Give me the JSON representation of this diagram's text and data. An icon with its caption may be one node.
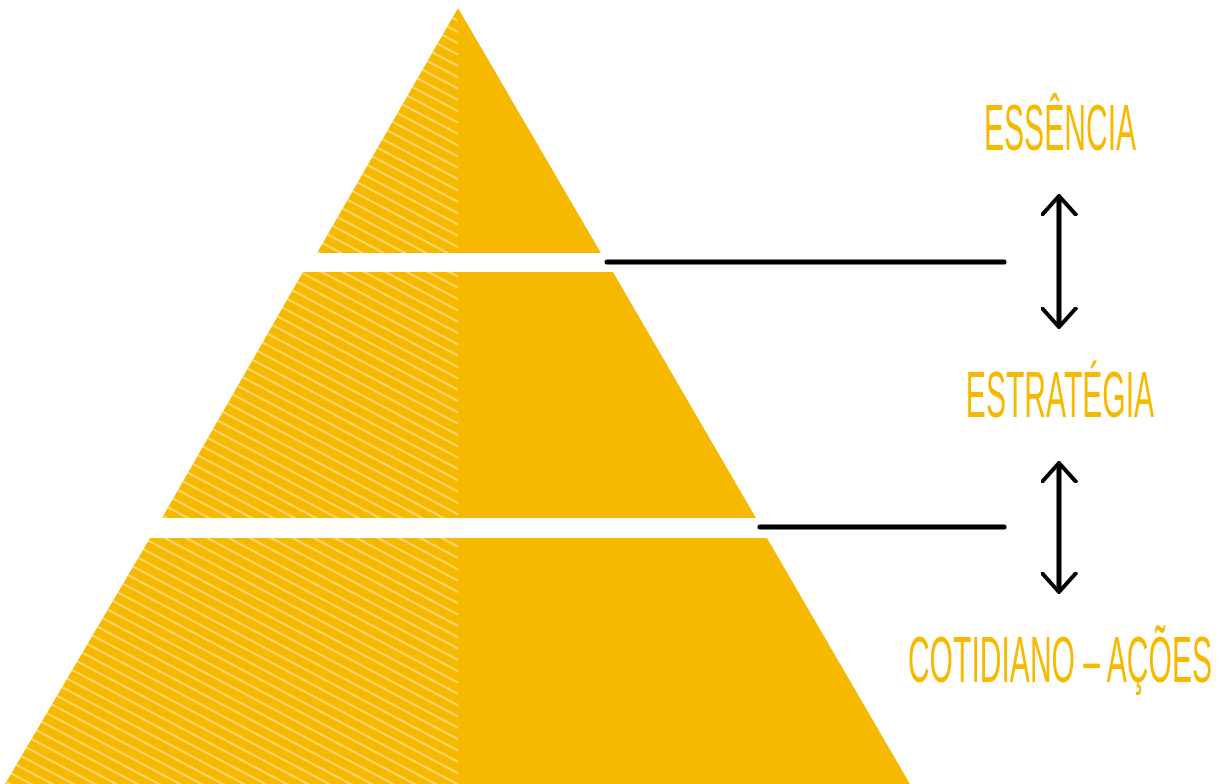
{
  "diagram": {
    "nodes": [
      {
        "text": [],
        "shape": "triangle"
      },
      {
        "text": [],
        "shape": "trapezoid"
      },
      {
        "text": [],
        "shape": "trapezoid"
      },
      {
        "text": [
          "ESSÊNCIA"
        ]
      },
      {
        "text": [
          "ESTRATÉGIA"
        ]
      },
      {
        "text": [
          "COTIDIANO – AÇÕES"
        ]
      }
    ],
    "edges": [
      {
        "from": 3,
        "to": 4,
        "arrow": "both"
      },
      {
        "from": 4,
        "to": 5,
        "arrow": "both"
      }
    ]
  }
}
